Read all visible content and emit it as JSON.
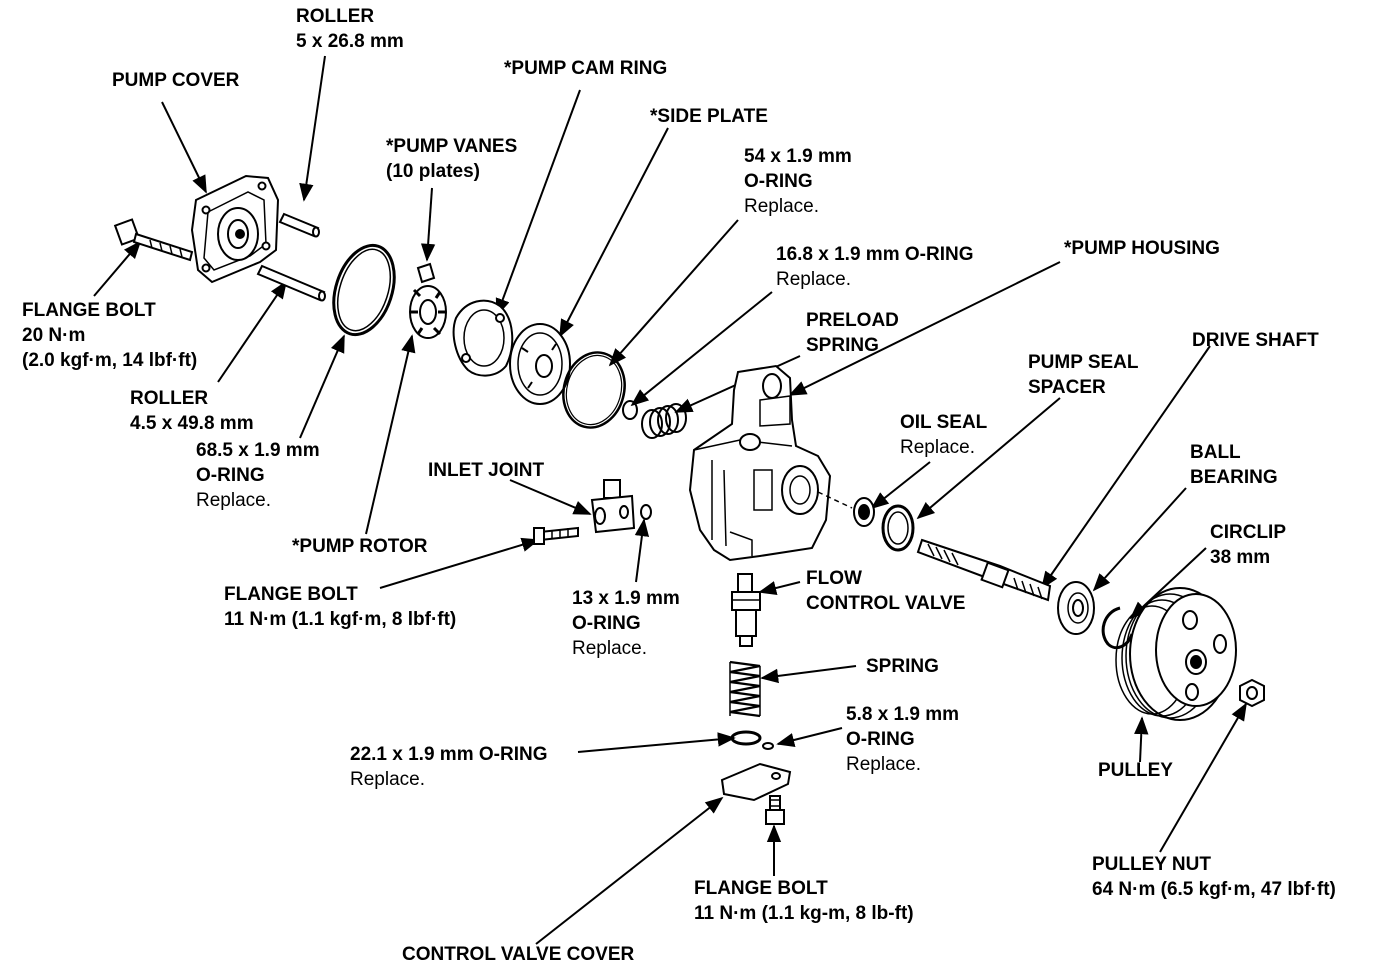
{
  "labels": {
    "roller_top": {
      "line1": "ROLLER",
      "line2": "5 x 26.8 mm"
    },
    "pump_cover": {
      "line1": "PUMP COVER"
    },
    "pump_cam_ring": {
      "line1": "*PUMP CAM RING"
    },
    "side_plate": {
      "line1": "*SIDE PLATE"
    },
    "pump_vanes": {
      "line1": "*PUMP VANES",
      "line2": "(10 plates)"
    },
    "oring_54": {
      "line1": "54 x 1.9 mm",
      "line2": "O-RING",
      "line3": "Replace."
    },
    "oring_16": {
      "line1": "16.8 x 1.9 mm O-RING",
      "line2": "Replace."
    },
    "pump_housing": {
      "line1": "*PUMP HOUSING"
    },
    "preload_spring": {
      "line1": "PRELOAD",
      "line2": "SPRING"
    },
    "drive_shaft": {
      "line1": "DRIVE SHAFT"
    },
    "pump_seal_spacer": {
      "line1": "PUMP SEAL",
      "line2": "SPACER"
    },
    "oil_seal": {
      "line1": "OIL SEAL",
      "line2": "Replace."
    },
    "ball_bearing": {
      "line1": "BALL",
      "line2": "BEARING"
    },
    "circlip": {
      "line1": "CIRCLIP",
      "line2": "38 mm"
    },
    "flange_bolt_left": {
      "line1": "FLANGE BOLT",
      "line2": "20 N·m",
      "line3": "(2.0 kgf·m, 14 lbf·ft)"
    },
    "roller_bottom": {
      "line1": "ROLLER",
      "line2": "4.5 x 49.8 mm"
    },
    "oring_68": {
      "line1": "68.5 x 1.9 mm",
      "line2": "O-RING",
      "line3": "Replace."
    },
    "inlet_joint": {
      "line1": "INLET JOINT"
    },
    "pump_rotor": {
      "line1": "*PUMP ROTOR"
    },
    "flange_bolt_mid": {
      "line1": "FLANGE BOLT",
      "line2": "11 N·m (1.1 kgf·m, 8 lbf·ft)"
    },
    "oring_13": {
      "line1": "13 x 1.9 mm",
      "line2": "O-RING",
      "line3": "Replace."
    },
    "flow_control_valve": {
      "line1": "FLOW",
      "line2": "CONTROL VALVE"
    },
    "spring": {
      "line1": "SPRING"
    },
    "oring_5": {
      "line1": "5.8 x 1.9 mm",
      "line2": "O-RING",
      "line3": "Replace."
    },
    "oring_22": {
      "line1": "22.1 x 1.9 mm O-RING",
      "line2": "Replace."
    },
    "pulley": {
      "line1": "PULLEY"
    },
    "pulley_nut": {
      "line1": "PULLEY NUT",
      "line2": "64 N·m (6.5 kgf·m, 47 lbf·ft)"
    },
    "flange_bolt_bottom": {
      "line1": "FLANGE BOLT",
      "line2": "11 N·m (1.1 kg-m, 8 lb-ft)"
    },
    "control_valve_cover": {
      "line1": "CONTROL VALVE COVER"
    }
  }
}
